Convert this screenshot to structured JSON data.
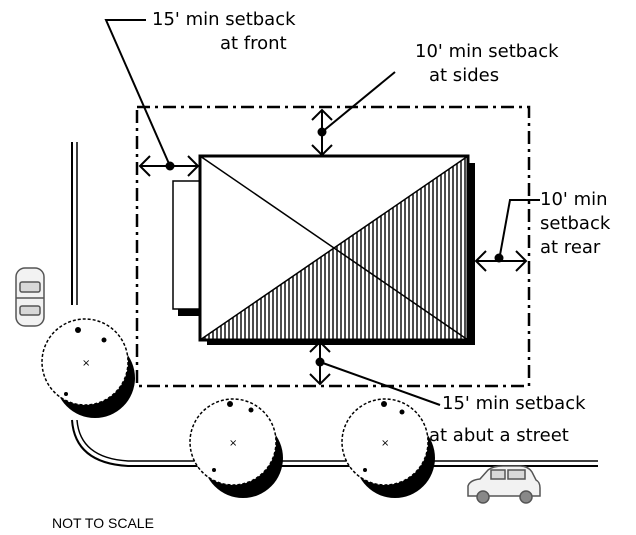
{
  "labels": {
    "front": {
      "line1": "15' min setback",
      "line2": "at front"
    },
    "sides": {
      "line1": "10' min setback",
      "line2": "at sides"
    },
    "rear": {
      "line1": "10' min",
      "line2": "setback",
      "line3": "at rear"
    },
    "street": {
      "line1": "15' min setback",
      "line2": "at abut a street"
    }
  },
  "note": "NOT TO SCALE",
  "colors": {
    "ink": "#000000",
    "paper": "#ffffff",
    "tree_shadow": "#000000"
  },
  "icons": [
    "car-icon",
    "tree-icon",
    "double-arrow-icon"
  ]
}
